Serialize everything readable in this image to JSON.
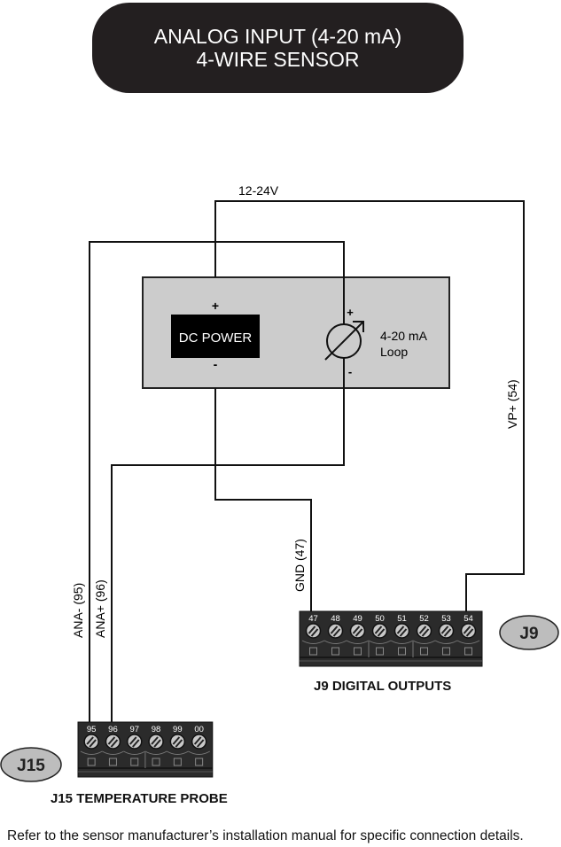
{
  "title": {
    "line1": "ANALOG INPUT (4-20 mA)",
    "line2": "4-WIRE SENSOR"
  },
  "sensor_box": {
    "dc_power_label": "DC POWER",
    "dc_plus": "+",
    "dc_minus": "-",
    "loop_plus": "+",
    "loop_minus": "-",
    "loop_label_line1": "4-20 mA",
    "loop_label_line2": "Loop",
    "fill_color": "#cccccc"
  },
  "wire_labels": {
    "supply": "12-24V",
    "vp": "VP+ (54)",
    "gnd": "GND (47)",
    "ana_minus": "ANA- (95)",
    "ana_plus": "ANA+ (96)"
  },
  "j9": {
    "badge": "J9",
    "caption": "J9 DIGITAL OUTPUTS",
    "terminals": [
      "47",
      "48",
      "49",
      "50",
      "51",
      "52",
      "53",
      "54"
    ]
  },
  "j15": {
    "badge": "J15",
    "caption": "J15  TEMPERATURE PROBE",
    "terminals": [
      "95",
      "96",
      "97",
      "98",
      "99",
      "00"
    ]
  },
  "footer": "Refer to the sensor manufacturer’s installation manual for specific connection details.",
  "colors": {
    "title_bg": "#231f20",
    "connector_body": "#2b2b2b",
    "screw": "#c8c8c8",
    "badge_fill": "#bdbdbd"
  }
}
